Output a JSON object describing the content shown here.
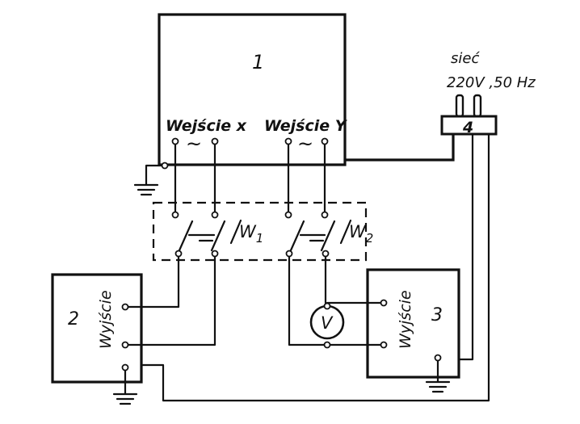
{
  "labels": {
    "device1": "1",
    "device2": "2",
    "device3": "3",
    "plug": "4",
    "input_x": "Wejście x",
    "input_y": "Wejście Y",
    "output2": "Wyjście",
    "output3": "Wyjście",
    "mains_line1": "sieć",
    "mains_line2": "220V ,50 Hz",
    "switch1_w": "W",
    "switch1_sub": "1",
    "switch2_w": "W",
    "switch2_sub": "2",
    "voltmeter": "V",
    "tilde": "~",
    "equals": "="
  }
}
